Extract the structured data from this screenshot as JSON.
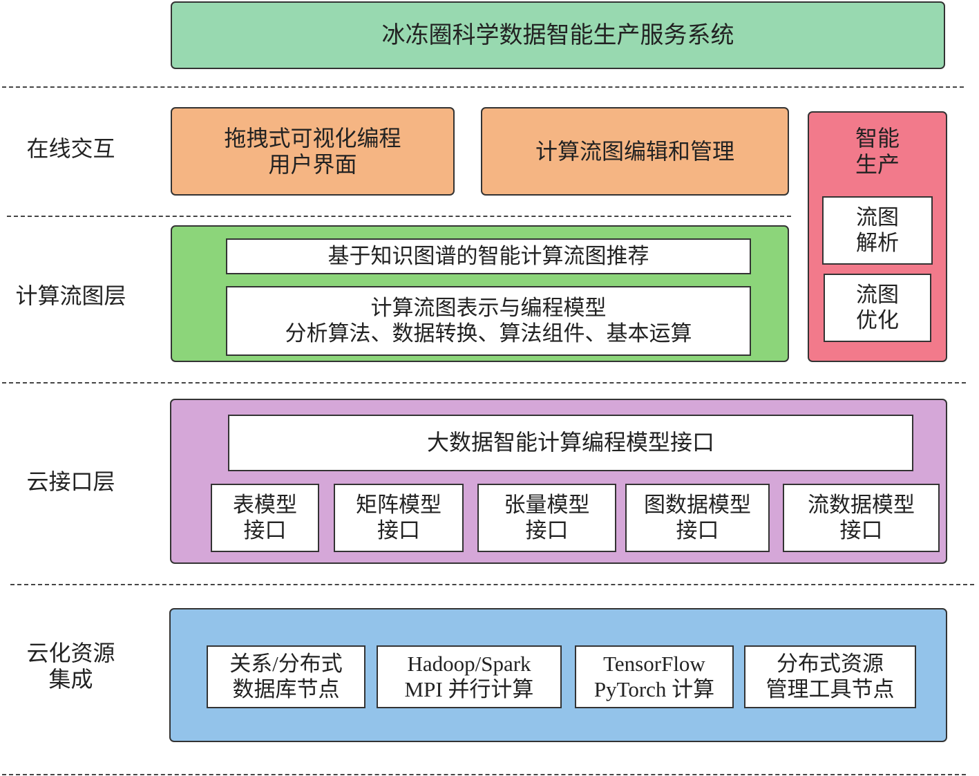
{
  "title": "冰冻圈科学数据智能生产服务系统",
  "layers": {
    "online": "在线交互",
    "flow": "计算流图层",
    "cloud_api": "云接口层",
    "resource": [
      "云化资源",
      "集成"
    ]
  },
  "online_boxes": {
    "drag_ui": [
      "拖拽式可视化编程",
      "用户界面"
    ],
    "flow_edit": "计算流图编辑和管理"
  },
  "smart_production": {
    "title": [
      "智能",
      "生产"
    ],
    "parse": [
      "流图",
      "解析"
    ],
    "optimize": [
      "流图",
      "优化"
    ]
  },
  "flow_layer": {
    "recommend": "基于知识图谱的智能计算流图推荐",
    "model": [
      "计算流图表示与编程模型",
      "分析算法、数据转换、算法组件、基本运算"
    ]
  },
  "cloud_layer": {
    "main": "大数据智能计算编程模型接口",
    "interfaces": [
      [
        "表模型",
        "接口"
      ],
      [
        "矩阵模型",
        "接口"
      ],
      [
        "张量模型",
        "接口"
      ],
      [
        "图数据模型",
        "接口"
      ],
      [
        "流数据模型",
        "接口"
      ]
    ]
  },
  "resource_layer": {
    "nodes": [
      [
        "关系/分布式",
        "数据库节点"
      ],
      [
        "Hadoop/Spark",
        "MPI 并行计算"
      ],
      [
        "TensorFlow",
        "PyTorch 计算"
      ],
      [
        "分布式资源",
        "管理工具节点"
      ]
    ]
  },
  "colors": {
    "title_green": "#98d9b0",
    "orange": "#f5b583",
    "pink": "#f27a8b",
    "green": "#8cd57a",
    "purple": "#d5a7d8",
    "blue": "#93c3ea"
  }
}
